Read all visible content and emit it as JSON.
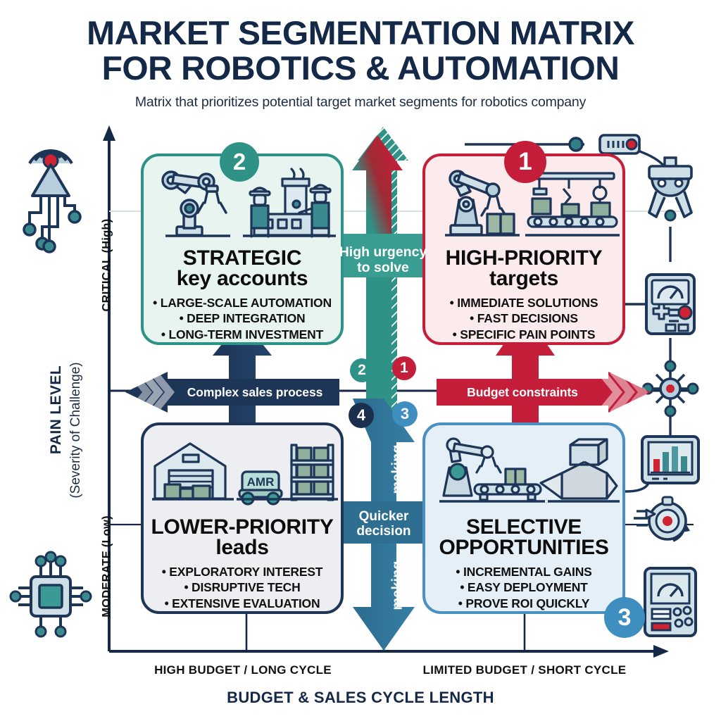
{
  "header": {
    "title_line1": "MARKET SEGMENTATION MATRIX",
    "title_line2": "FOR ROBOTICS & AUTOMATION",
    "subtitle": "Matrix that prioritizes potential target market segments for robotics company"
  },
  "axes": {
    "y_title": "PAIN LEVEL",
    "y_subtitle": "(Severity of Challenge)",
    "y_high": "CRITICAL (High)",
    "y_low": "MODERATE (Low)",
    "x_title": "BUDGET & SALES CYCLE LENGTH",
    "x_left": "HIGH BUDGET / LONG CYCLE",
    "x_right": "LIMITED BUDGET / SHORT CYCLE"
  },
  "quadrants": [
    {
      "id": "top-left",
      "badge": "2",
      "badge_color": "#2f9286",
      "title_line1": "STRATEGIC",
      "title_line2": "key accounts",
      "bullets": [
        "• LARGE-SCALE AUTOMATION",
        "• DEEP INTEGRATION",
        "• LONG-TERM INVESTMENT"
      ],
      "fill": "#e8f4f0",
      "border": "#2f9286",
      "icons": [
        "robot-arm-icon",
        "factory-workers-icon"
      ]
    },
    {
      "id": "top-right",
      "badge": "1",
      "badge_color": "#c41e3a",
      "title_line1": "HIGH-PRIORITY",
      "title_line2": "targets",
      "bullets": [
        "• IMMEDIATE SOLUTIONS",
        "• FAST DECISIONS",
        "• SPECIFIC PAIN POINTS"
      ],
      "fill": "#fcebec",
      "border": "#c41e3a",
      "icons": [
        "robot-arm-box-icon",
        "gantry-conveyor-icon"
      ]
    },
    {
      "id": "bottom-left",
      "badge": "4",
      "badge_color": "#1b2f4e",
      "title_line1": "LOWER-PRIORITY",
      "title_line2": "leads",
      "bullets": [
        "• EXPLORATORY INTEREST",
        "• DISRUPTIVE TECH",
        "• EXTENSIVE EVALUATION"
      ],
      "fill": "#eceef1",
      "border": "#1d3557",
      "icons": [
        "warehouse-icon",
        "amr-cart-icon",
        "pallet-rack-icon"
      ]
    },
    {
      "id": "bottom-right",
      "badge": "3",
      "badge_color": "#3e8ec0",
      "title_line1": "SELECTIVE",
      "title_line2": "OPPORTUNITIES",
      "bullets": [
        "• INCREMENTAL GAINS",
        "• EASY DEPLOYMENT",
        "• PROVE ROI QUICKLY"
      ],
      "fill": "#e4eff7",
      "border": "#4a90c2",
      "icons": [
        "conveyor-robot-icon",
        "open-box-icon"
      ]
    }
  ],
  "center_labels": {
    "vertical_top": "High urgency\nto solve",
    "vertical_bottom_center": "Quicker\ndecision",
    "vertical_bottom_rot_upper": "making",
    "vertical_bottom_rot_lower": "making",
    "horizontal_left": "Complex sales process",
    "horizontal_right": "Budget constraints"
  },
  "center_badges": [
    {
      "label": "2",
      "color": "#2f9286"
    },
    {
      "label": "1",
      "color": "#c41e3a"
    },
    {
      "label": "4",
      "color": "#1b2f4e"
    },
    {
      "label": "3",
      "color": "#3e8ec0"
    }
  ],
  "corner_badges": [
    {
      "label": "3",
      "color": "#3e8ec0",
      "position": "bottom-right-outside"
    }
  ],
  "amr_label": "AMR",
  "decor_icons": {
    "left_top": "antenna-signal-icon",
    "left_bottom": "microchip-icon",
    "right_1": "sensor-module-icon",
    "right_2": "robot-gripper-icon",
    "right_3": "gauge-controller-icon",
    "right_4": "network-hub-icon",
    "right_5": "bar-chart-monitor-icon",
    "right_6": "speed-sensor-icon",
    "right_7": "handheld-meter-icon"
  },
  "colors": {
    "navy": "#1d3557",
    "deep_navy": "#142847",
    "teal": "#2f9286",
    "red": "#c41e3a",
    "blue": "#3e8ec0",
    "steel_blue": "#2e6e91"
  }
}
